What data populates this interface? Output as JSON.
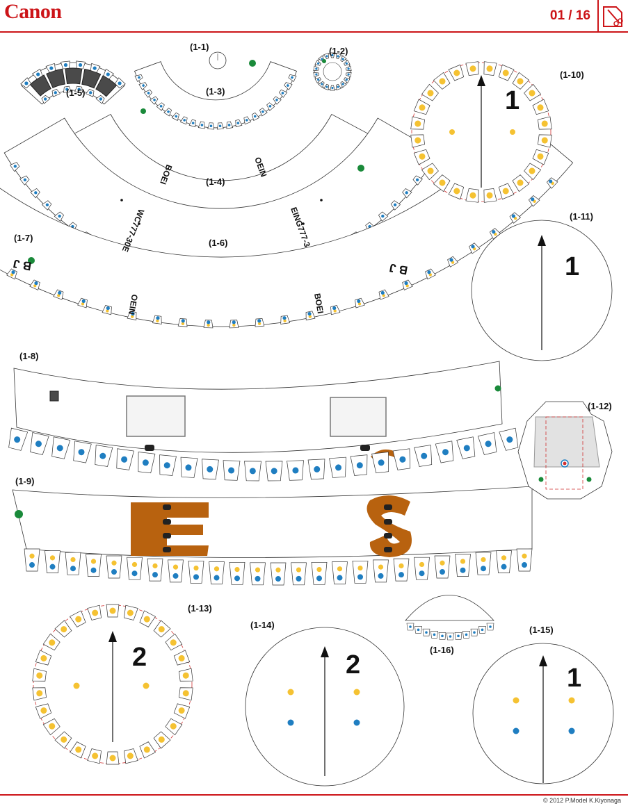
{
  "header": {
    "brand": "Canon",
    "page": "01 / 16",
    "tool_icon": "cut-paste-icon"
  },
  "footer": {
    "copyright": "© 2012 P.Model K.Kiyonaga"
  },
  "colors": {
    "accent": "#cc1418",
    "tab_blue": "#1f7ec1",
    "tab_yellow": "#f5c232",
    "glue_green": "#1a8a3a",
    "livery_brown": "#b8620f",
    "window_dark": "#4a4a4a",
    "fold_red": "#d03030"
  },
  "parts": {
    "p1_1": "(1-1)",
    "p1_2": "(1-2)",
    "p1_3": "(1-3)",
    "p1_4": "(1-4)",
    "p1_5": "(1-5)",
    "p1_6": "(1-6)",
    "p1_7": "(1-7)",
    "p1_8": "(1-8)",
    "p1_9": "(1-9)",
    "p1_10": "(1-10)",
    "p1_11": "(1-11)",
    "p1_12": "(1-12)",
    "p1_13": "(1-13)",
    "p1_14": "(1-14)",
    "p1_15": "(1-15)",
    "p1_16": "(1-16)"
  },
  "numbers": {
    "n1_10": "1",
    "n1_11": "1",
    "n1_13": "2",
    "n1_14": "2",
    "n1_15": "1"
  },
  "livery": {
    "bj": "B J",
    "reg_a": "BOEI",
    "reg_b": "BOEI",
    "type_a": "OEIN",
    "type_b": "OEIN",
    "model_a": "WC777-30E",
    "model_b": "EING777-3",
    "logo_e": "E",
    "logo_s": "S"
  }
}
